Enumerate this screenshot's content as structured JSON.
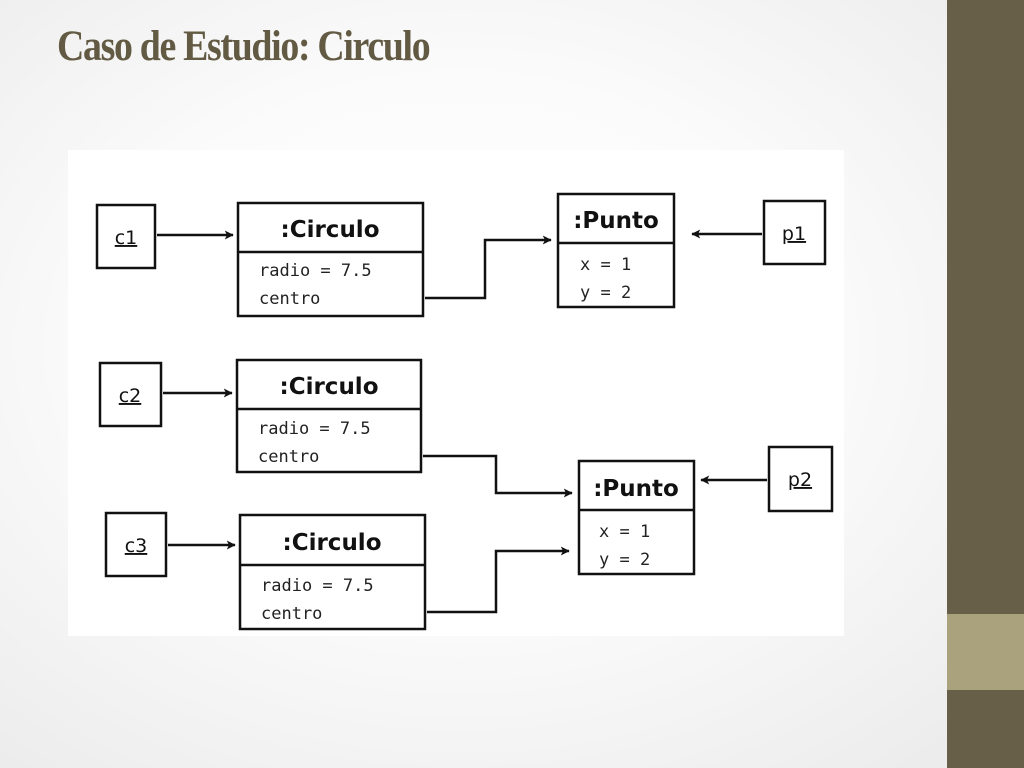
{
  "slide": {
    "title": "Caso de Estudio: Circulo"
  },
  "diagram": {
    "references": {
      "c1": "c1",
      "c2": "c2",
      "c3": "c3",
      "p1": "p1",
      "p2": "p2"
    },
    "circulos": [
      {
        "title": ":Circulo",
        "attr1": "radio = 7.5",
        "attr2": "centro"
      },
      {
        "title": ":Circulo",
        "attr1": "radio = 7.5",
        "attr2": "centro"
      },
      {
        "title": ":Circulo",
        "attr1": "radio = 7.5",
        "attr2": "centro"
      }
    ],
    "puntos": [
      {
        "title": ":Punto",
        "attr1": "x = 1",
        "attr2": "y = 2"
      },
      {
        "title": ":Punto",
        "attr1": "x = 1",
        "attr2": "y = 2"
      }
    ]
  },
  "colors": {
    "title": "#625a43",
    "side_bar": "#675f48",
    "side_accent": "#a9a27d"
  }
}
